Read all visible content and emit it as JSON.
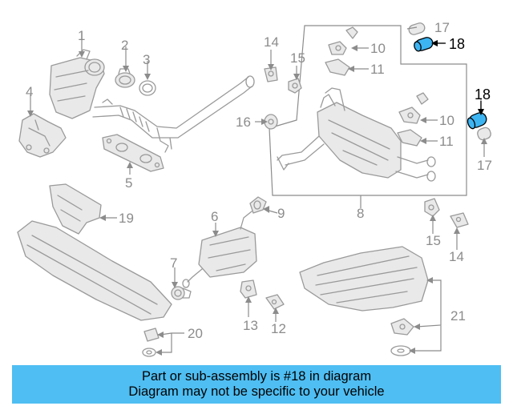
{
  "diagram": {
    "highlight_color": "#3db4f2",
    "callouts": {
      "c1": "1",
      "c2": "2",
      "c3": "3",
      "c4": "4",
      "c5": "5",
      "c6": "6",
      "c7": "7",
      "c8": "8",
      "c9": "9",
      "c10a": "10",
      "c10b": "10",
      "c11a": "11",
      "c11b": "11",
      "c12": "12",
      "c13": "13",
      "c14a": "14",
      "c14b": "14",
      "c15a": "15",
      "c15b": "15",
      "c16": "16",
      "c17a": "17",
      "c17b": "17",
      "c18a": "18",
      "c18b": "18",
      "c19": "19",
      "c20": "20",
      "c21": "21"
    }
  },
  "banner": {
    "line1": "Part or sub-assembly is #18 in diagram",
    "line2": "Diagram may not be specific to your vehicle",
    "color": "#4fbef2"
  }
}
